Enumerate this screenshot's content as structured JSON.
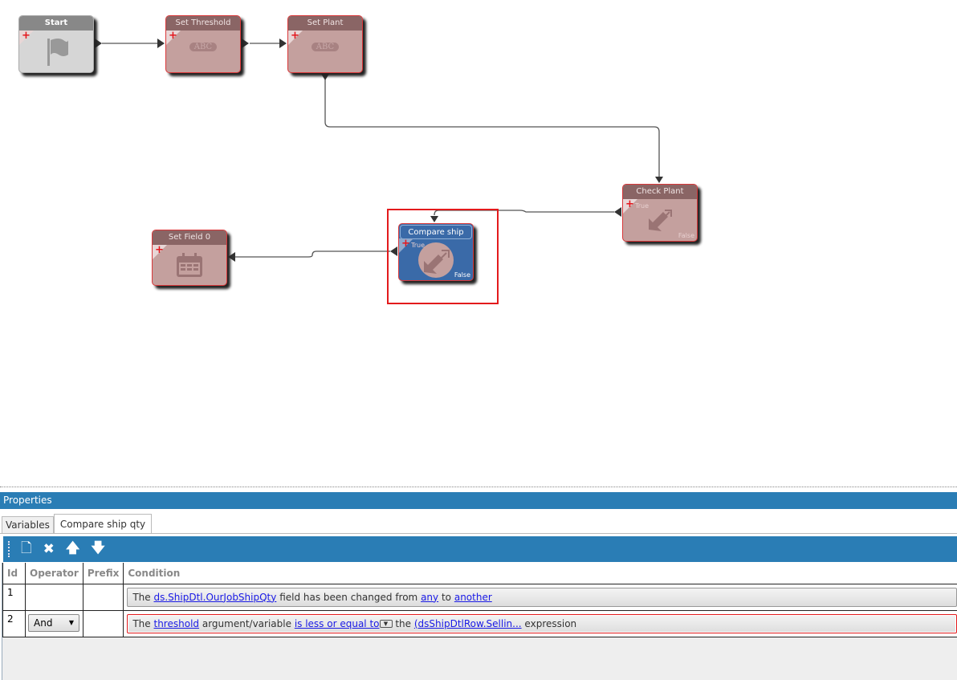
{
  "workflow": {
    "nodes": [
      {
        "title": "Start",
        "icon": "flag-icon"
      },
      {
        "title": "Set Threshold",
        "icon": "abc-icon",
        "icon_text": "ABC"
      },
      {
        "title": "Set Plant",
        "icon": "abc-icon",
        "icon_text": "ABC"
      },
      {
        "title": "Check Plant",
        "icon": "condition-arrows-icon",
        "true_label": "True",
        "false_label": "False"
      },
      {
        "title": "Compare ship qty",
        "icon": "condition-arrows-icon",
        "true_label": "True",
        "false_label": "False",
        "selected": true
      },
      {
        "title": "Set Field 0",
        "icon": "calendar-icon"
      }
    ]
  },
  "properties": {
    "title": "Properties",
    "tabs": [
      {
        "label": "Variables"
      },
      {
        "label": "Compare ship qty",
        "active": true
      }
    ],
    "toolbar": {
      "new": "new-icon",
      "delete": "delete-icon",
      "up": "move-up-icon",
      "down": "move-down-icon"
    },
    "columns": [
      "Id",
      "Operator",
      "Prefix",
      "Condition"
    ],
    "rows": [
      {
        "id": "1",
        "operator": "",
        "prefix": "",
        "cond": {
          "t1": "The",
          "l1": "ds.ShipDtl.OurJobShipQty",
          "t2": "field has been changed from",
          "l2": "any",
          "t3": "to",
          "l3": "another"
        }
      },
      {
        "id": "2",
        "operator": "And",
        "prefix": "",
        "cond": {
          "t1": "The",
          "l1": "threshold",
          "t2": "argument/variable",
          "l2": "is less or equal to",
          "t3": "the",
          "l3": "(dsShipDtlRow.Sellin...",
          "t4": "expression"
        }
      }
    ]
  },
  "colors": {
    "accent": "#2a7db5",
    "node": "#c4a09e",
    "selected": "#3a6aa8",
    "error": "#e31a1c"
  }
}
